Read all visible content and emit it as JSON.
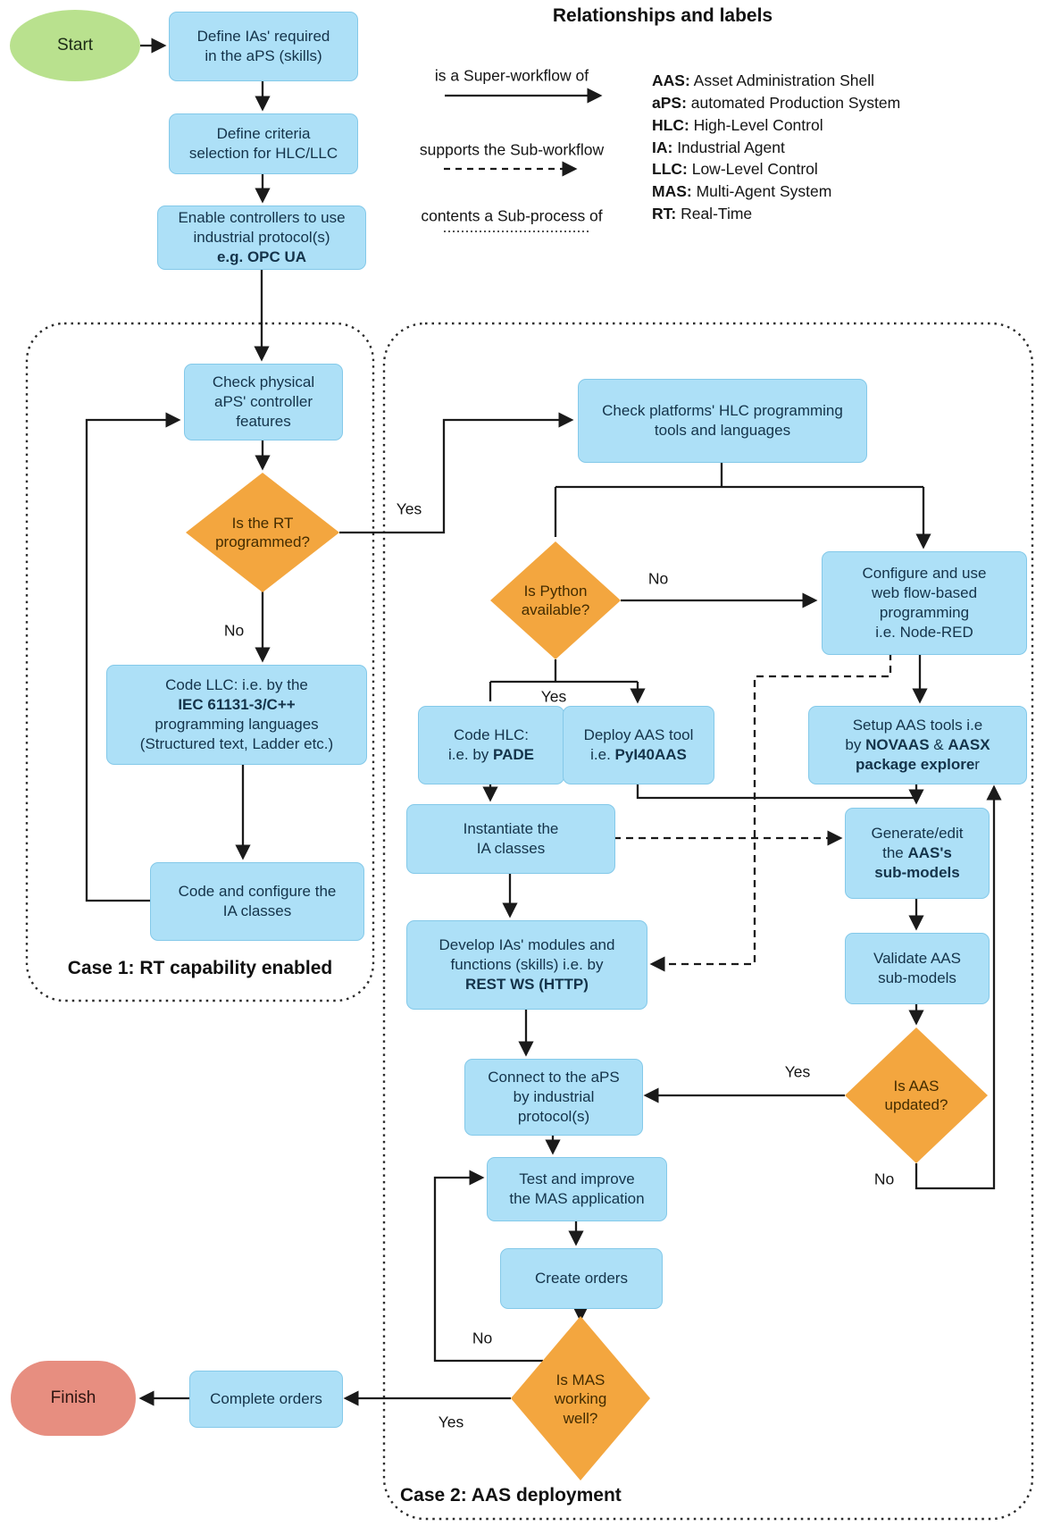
{
  "colors": {
    "process": "#ade0f7",
    "process_border": "#84c9e9",
    "decision": "#f3a63f",
    "start": "#b9e18e",
    "finish": "#e78e80",
    "line": "#1a1a1a",
    "text": "#14334a"
  },
  "legend": {
    "title": "Relationships and labels",
    "relationships": [
      {
        "label": "is a Super-workflow of",
        "style": "solid"
      },
      {
        "label": "supports the Sub-workflow",
        "style": "dashed"
      },
      {
        "label": "contents a Sub-process of",
        "style": "dotted"
      }
    ],
    "abbr_lines": [
      [
        [
          "AAS:",
          1
        ],
        [
          " Asset Administration Shell",
          0
        ]
      ],
      [
        [
          "aPS:",
          1
        ],
        [
          " automated Production System",
          0
        ]
      ],
      [
        [
          "HLC:",
          1
        ],
        [
          " High-Level Control",
          0
        ]
      ],
      [
        [
          "IA:",
          1
        ],
        [
          " Industrial Agent",
          0
        ]
      ],
      [
        [
          "LLC:",
          1
        ],
        [
          " Low-Level Control",
          0
        ]
      ],
      [
        [
          "MAS:",
          1
        ],
        [
          " Multi-Agent System",
          0
        ]
      ],
      [
        [
          "RT:",
          1
        ],
        [
          " Real-Time",
          0
        ]
      ]
    ]
  },
  "cases": {
    "case1_label": "Case 1: RT capability enabled",
    "case2_label": "Case 2: AAS deployment"
  },
  "nodes": {
    "start": {
      "label": "Start"
    },
    "finish": {
      "label": "Finish"
    },
    "define_ias": {
      "lines": [
        [
          [
            "Define IAs' required",
            0
          ]
        ],
        [
          [
            "in the aPS (skills)",
            0
          ]
        ]
      ]
    },
    "define_criteria": {
      "lines": [
        [
          [
            "Define criteria",
            0
          ]
        ],
        [
          [
            "selection for HLC/LLC",
            0
          ]
        ]
      ]
    },
    "enable_controllers": {
      "lines": [
        [
          [
            "Enable controllers to use",
            0
          ]
        ],
        [
          [
            "industrial protocol(s)",
            0
          ]
        ],
        [
          [
            "e.g. OPC UA",
            1
          ]
        ]
      ]
    },
    "check_physical": {
      "lines": [
        [
          [
            "Check physical",
            0
          ]
        ],
        [
          [
            "aPS' controller",
            0
          ]
        ],
        [
          [
            "features",
            0
          ]
        ]
      ]
    },
    "is_rt": {
      "lines": [
        [
          [
            "Is the RT",
            0
          ]
        ],
        [
          [
            "programmed?",
            0
          ]
        ]
      ]
    },
    "code_llc": {
      "lines": [
        [
          [
            "Code LLC: i.e. by the",
            0
          ]
        ],
        [
          [
            "IEC 61131-3/C++",
            1
          ]
        ],
        [
          [
            "programming languages",
            0
          ]
        ],
        [
          [
            "(Structured text, Ladder etc.)",
            0
          ]
        ]
      ]
    },
    "code_configure": {
      "lines": [
        [
          [
            "Code and configure the",
            0
          ]
        ],
        [
          [
            "IA classes",
            0
          ]
        ]
      ]
    },
    "check_platforms": {
      "lines": [
        [
          [
            "Check platforms' HLC programming",
            0
          ]
        ],
        [
          [
            "tools and languages",
            0
          ]
        ]
      ]
    },
    "is_python": {
      "lines": [
        [
          [
            "Is Python",
            0
          ]
        ],
        [
          [
            "available?",
            0
          ]
        ]
      ]
    },
    "node_red": {
      "lines": [
        [
          [
            "Configure and use",
            0
          ]
        ],
        [
          [
            "web flow-based",
            0
          ]
        ],
        [
          [
            "programming",
            0
          ]
        ],
        [
          [
            "i.e. Node-RED",
            0
          ]
        ]
      ]
    },
    "code_hlc": {
      "lines": [
        [
          [
            "Code HLC:",
            0
          ]
        ],
        [
          [
            "i.e. by ",
            0
          ],
          [
            "PADE",
            1
          ]
        ]
      ]
    },
    "deploy_aas": {
      "lines": [
        [
          [
            "Deploy AAS tool",
            0
          ]
        ],
        [
          [
            "i.e. ",
            0
          ],
          [
            "PyI40AAS",
            1
          ]
        ]
      ]
    },
    "setup_aas": {
      "lines": [
        [
          [
            "Setup AAS tools i.e",
            0
          ]
        ],
        [
          [
            "by ",
            0
          ],
          [
            "NOVAAS",
            1
          ],
          [
            " & ",
            0
          ],
          [
            "AASX",
            1
          ]
        ],
        [
          [
            "package explore",
            1
          ],
          [
            "r",
            0
          ]
        ]
      ]
    },
    "instantiate": {
      "lines": [
        [
          [
            "Instantiate the",
            0
          ]
        ],
        [
          [
            "IA classes",
            0
          ]
        ]
      ]
    },
    "generate_edit": {
      "lines": [
        [
          [
            "Generate/edit",
            0
          ]
        ],
        [
          [
            "the ",
            0
          ],
          [
            "AAS's",
            1
          ]
        ],
        [
          [
            "sub-models",
            1
          ]
        ]
      ]
    },
    "validate": {
      "lines": [
        [
          [
            "Validate AAS",
            0
          ]
        ],
        [
          [
            "sub-models",
            0
          ]
        ]
      ]
    },
    "is_aas": {
      "lines": [
        [
          [
            "Is AAS",
            0
          ]
        ],
        [
          [
            "updated?",
            0
          ]
        ]
      ]
    },
    "develop": {
      "lines": [
        [
          [
            "Develop IAs' modules and",
            0
          ]
        ],
        [
          [
            "functions (skills) i.e. by",
            0
          ]
        ],
        [
          [
            "REST WS (HTTP)",
            1
          ]
        ]
      ]
    },
    "connect_aps": {
      "lines": [
        [
          [
            "Connect to the aPS",
            0
          ]
        ],
        [
          [
            "by industrial",
            0
          ]
        ],
        [
          [
            "protocol(s)",
            0
          ]
        ]
      ]
    },
    "test_improve": {
      "lines": [
        [
          [
            "Test and improve",
            0
          ]
        ],
        [
          [
            "the MAS application",
            0
          ]
        ]
      ]
    },
    "create_orders": {
      "label": "Create orders"
    },
    "is_mas": {
      "lines": [
        [
          [
            "Is MAS",
            0
          ]
        ],
        [
          [
            "working",
            0
          ]
        ],
        [
          [
            "well?",
            0
          ]
        ]
      ]
    },
    "complete_orders": {
      "label": "Complete orders"
    }
  },
  "edges": {
    "rt_yes": "Yes",
    "rt_no": "No",
    "python_no": "No",
    "python_yes": "Yes",
    "aas_yes": "Yes",
    "aas_no": "No",
    "mas_no": "No",
    "mas_yes": "Yes"
  }
}
